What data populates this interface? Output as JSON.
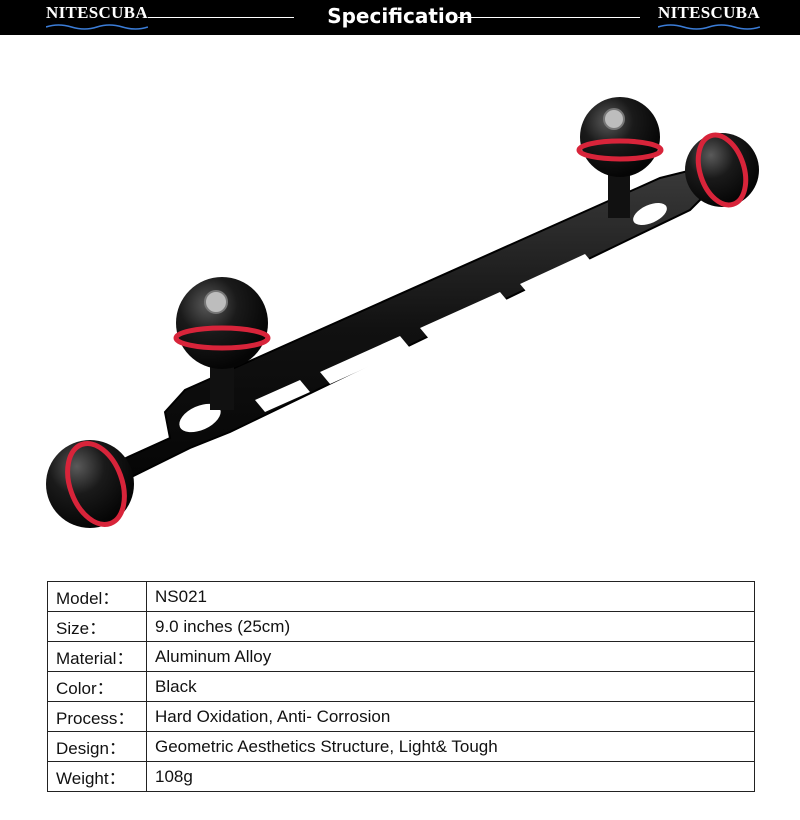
{
  "header": {
    "brand_left": "NITESCUBA",
    "title": "Specification",
    "brand_right": "NITESCUBA"
  },
  "spec": {
    "rows": [
      {
        "label": "Model：",
        "value": "NS021"
      },
      {
        "label": "Size：",
        "value": "9.0 inches (25cm)"
      },
      {
        "label": "Material：",
        "value": " Aluminum Alloy"
      },
      {
        "label": "Color：",
        "value": " Black"
      },
      {
        "label": "Process：",
        "value": " Hard Oxidation, Anti- Corrosion"
      },
      {
        "label": "Design：",
        "value": " Geometric Aesthetics Structure, Light& Tough"
      },
      {
        "label": "Weight：",
        "value": "108g"
      }
    ]
  },
  "colors": {
    "header_bg": "#000000",
    "ring_red": "#d8243a",
    "body_black": "#141414"
  },
  "icons": {
    "product": "float-arm-photo",
    "logo_wave": "wave-icon"
  }
}
